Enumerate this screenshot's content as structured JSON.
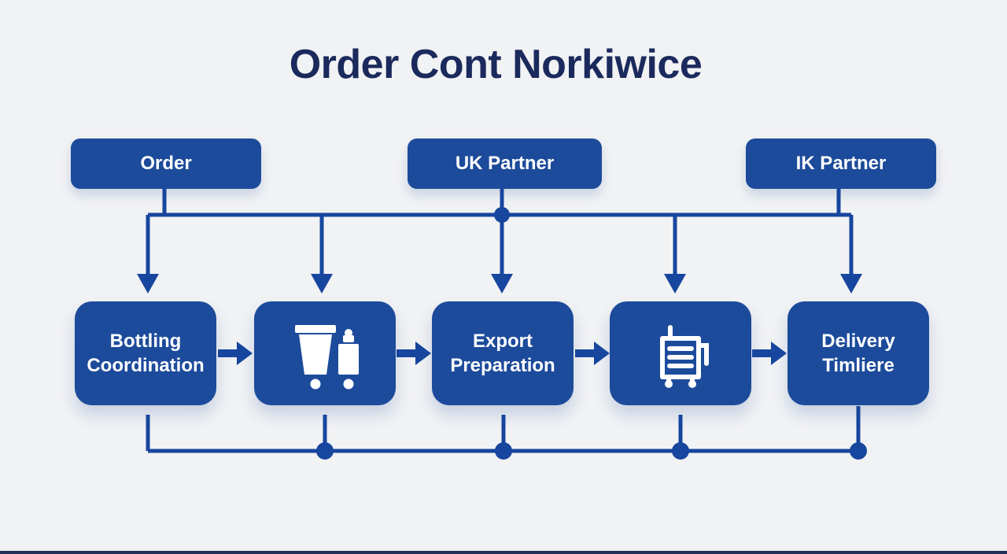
{
  "title": "Order Cont Norkiwice",
  "colors": {
    "background": "#f1f2f4",
    "box": "#1d4b9b",
    "line": "#17469e",
    "title_text": "#1b2a5c",
    "box_text": "#ffffff",
    "bottom_bar": "#1f2f55"
  },
  "top_row": [
    {
      "label": "Order"
    },
    {
      "label": "UK Partner"
    },
    {
      "label": "IK Partner"
    }
  ],
  "process_row": [
    {
      "kind": "text",
      "line1": "Bottling",
      "line2": "Coordination"
    },
    {
      "kind": "icon",
      "icon": "bottles-containers-icon"
    },
    {
      "kind": "text",
      "line1": "Export",
      "line2": "Preparation"
    },
    {
      "kind": "icon",
      "icon": "delivery-cart-icon"
    },
    {
      "kind": "text",
      "line1": "Delivery",
      "line2": "Timliere"
    }
  ]
}
